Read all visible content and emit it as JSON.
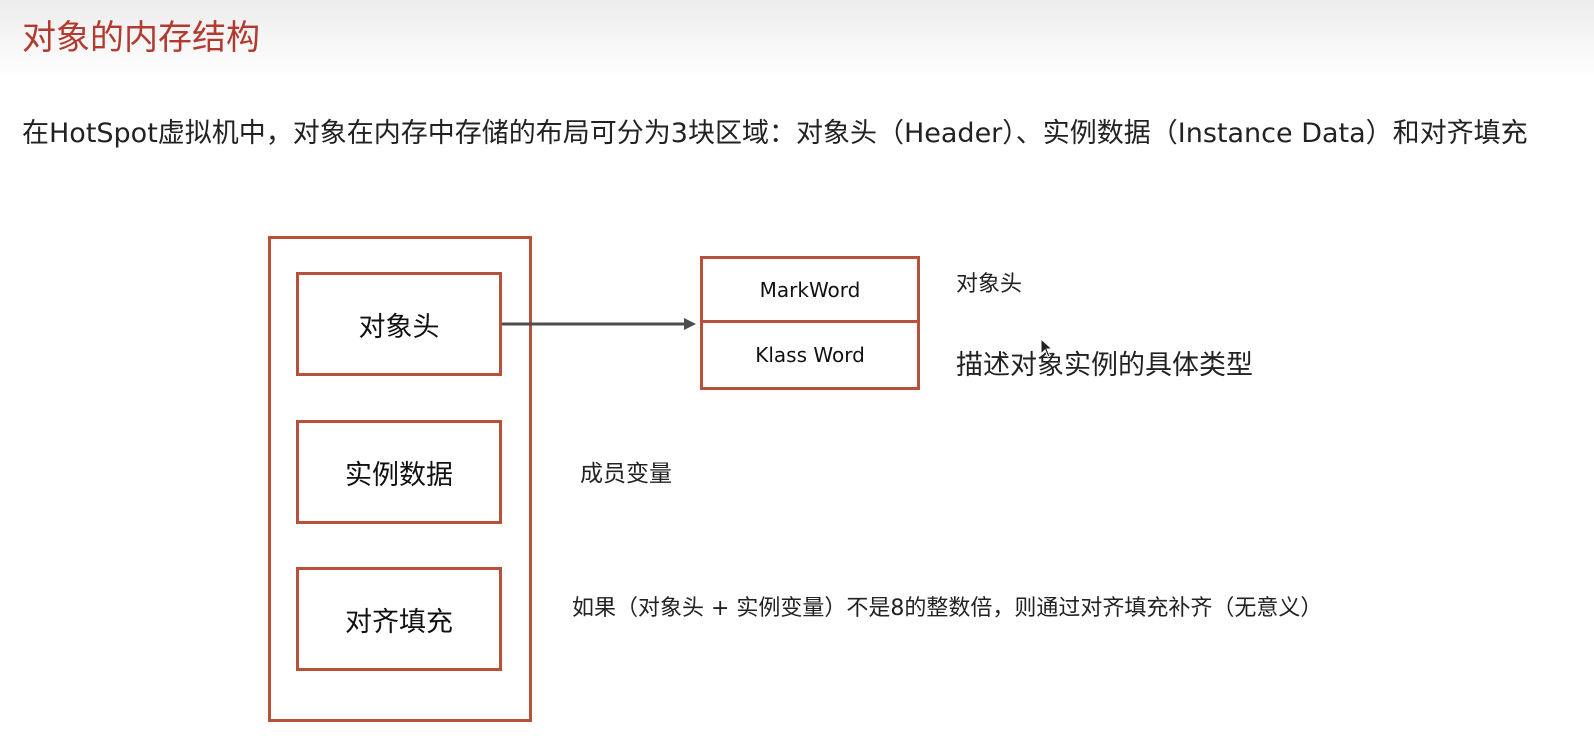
{
  "slide": {
    "title": "对象的内存结构",
    "intro": "在HotSpot虚拟机中，对象在内存中存储的布局可分为3块区域：对象头（Header）、实例数据（Instance Data）和对齐填充"
  },
  "diagram": {
    "object_parts": [
      {
        "label": "对象头"
      },
      {
        "label": "实例数据"
      },
      {
        "label": "对齐填充"
      }
    ],
    "header_structure": [
      {
        "label": "MarkWord"
      },
      {
        "label": "Klass Word"
      }
    ],
    "notes": {
      "mark_word": "对象头",
      "klass_word": "描述对象实例的具体类型",
      "instance_data": "成员变量",
      "padding": "如果（对象头 + 实例变量）不是8的整数倍，则通过对齐填充补齐（无意义）"
    },
    "colors": {
      "box_border": "#b8513a",
      "title": "#b23a2e",
      "arrow": "#4d4d4d"
    }
  }
}
